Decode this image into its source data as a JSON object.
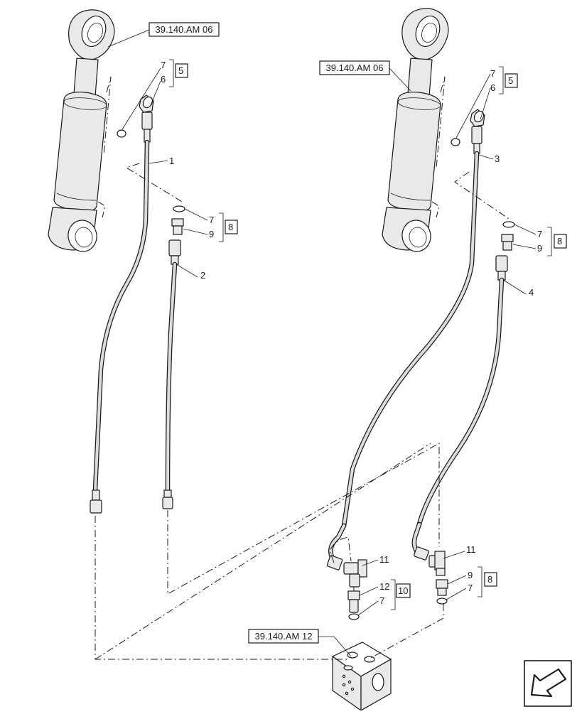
{
  "refs": {
    "ref_top_left": "39.140.AM 06",
    "ref_top_right": "39.140.AM 06",
    "ref_bottom": "39.140.AM 12"
  },
  "callouts": {
    "c1": "1",
    "c2": "2",
    "c3": "3",
    "c4": "4",
    "c6a": "6",
    "c7a": "7",
    "c5a": "5",
    "c6b": "6",
    "c7b": "7",
    "c5b": "5",
    "c7c": "7",
    "c9c": "9",
    "c8c": "8",
    "c7d": "7",
    "c9d": "9",
    "c8d": "8",
    "c11a": "11",
    "c12": "12",
    "c7e": "7",
    "c10": "10",
    "c11b": "11",
    "c9f": "9",
    "c7f": "7",
    "c8f": "8"
  },
  "icons": {
    "nav": "back-arrow-icon"
  },
  "colors": {
    "ink": "#1a1a1a",
    "part_fill": "#e9e9e9"
  }
}
